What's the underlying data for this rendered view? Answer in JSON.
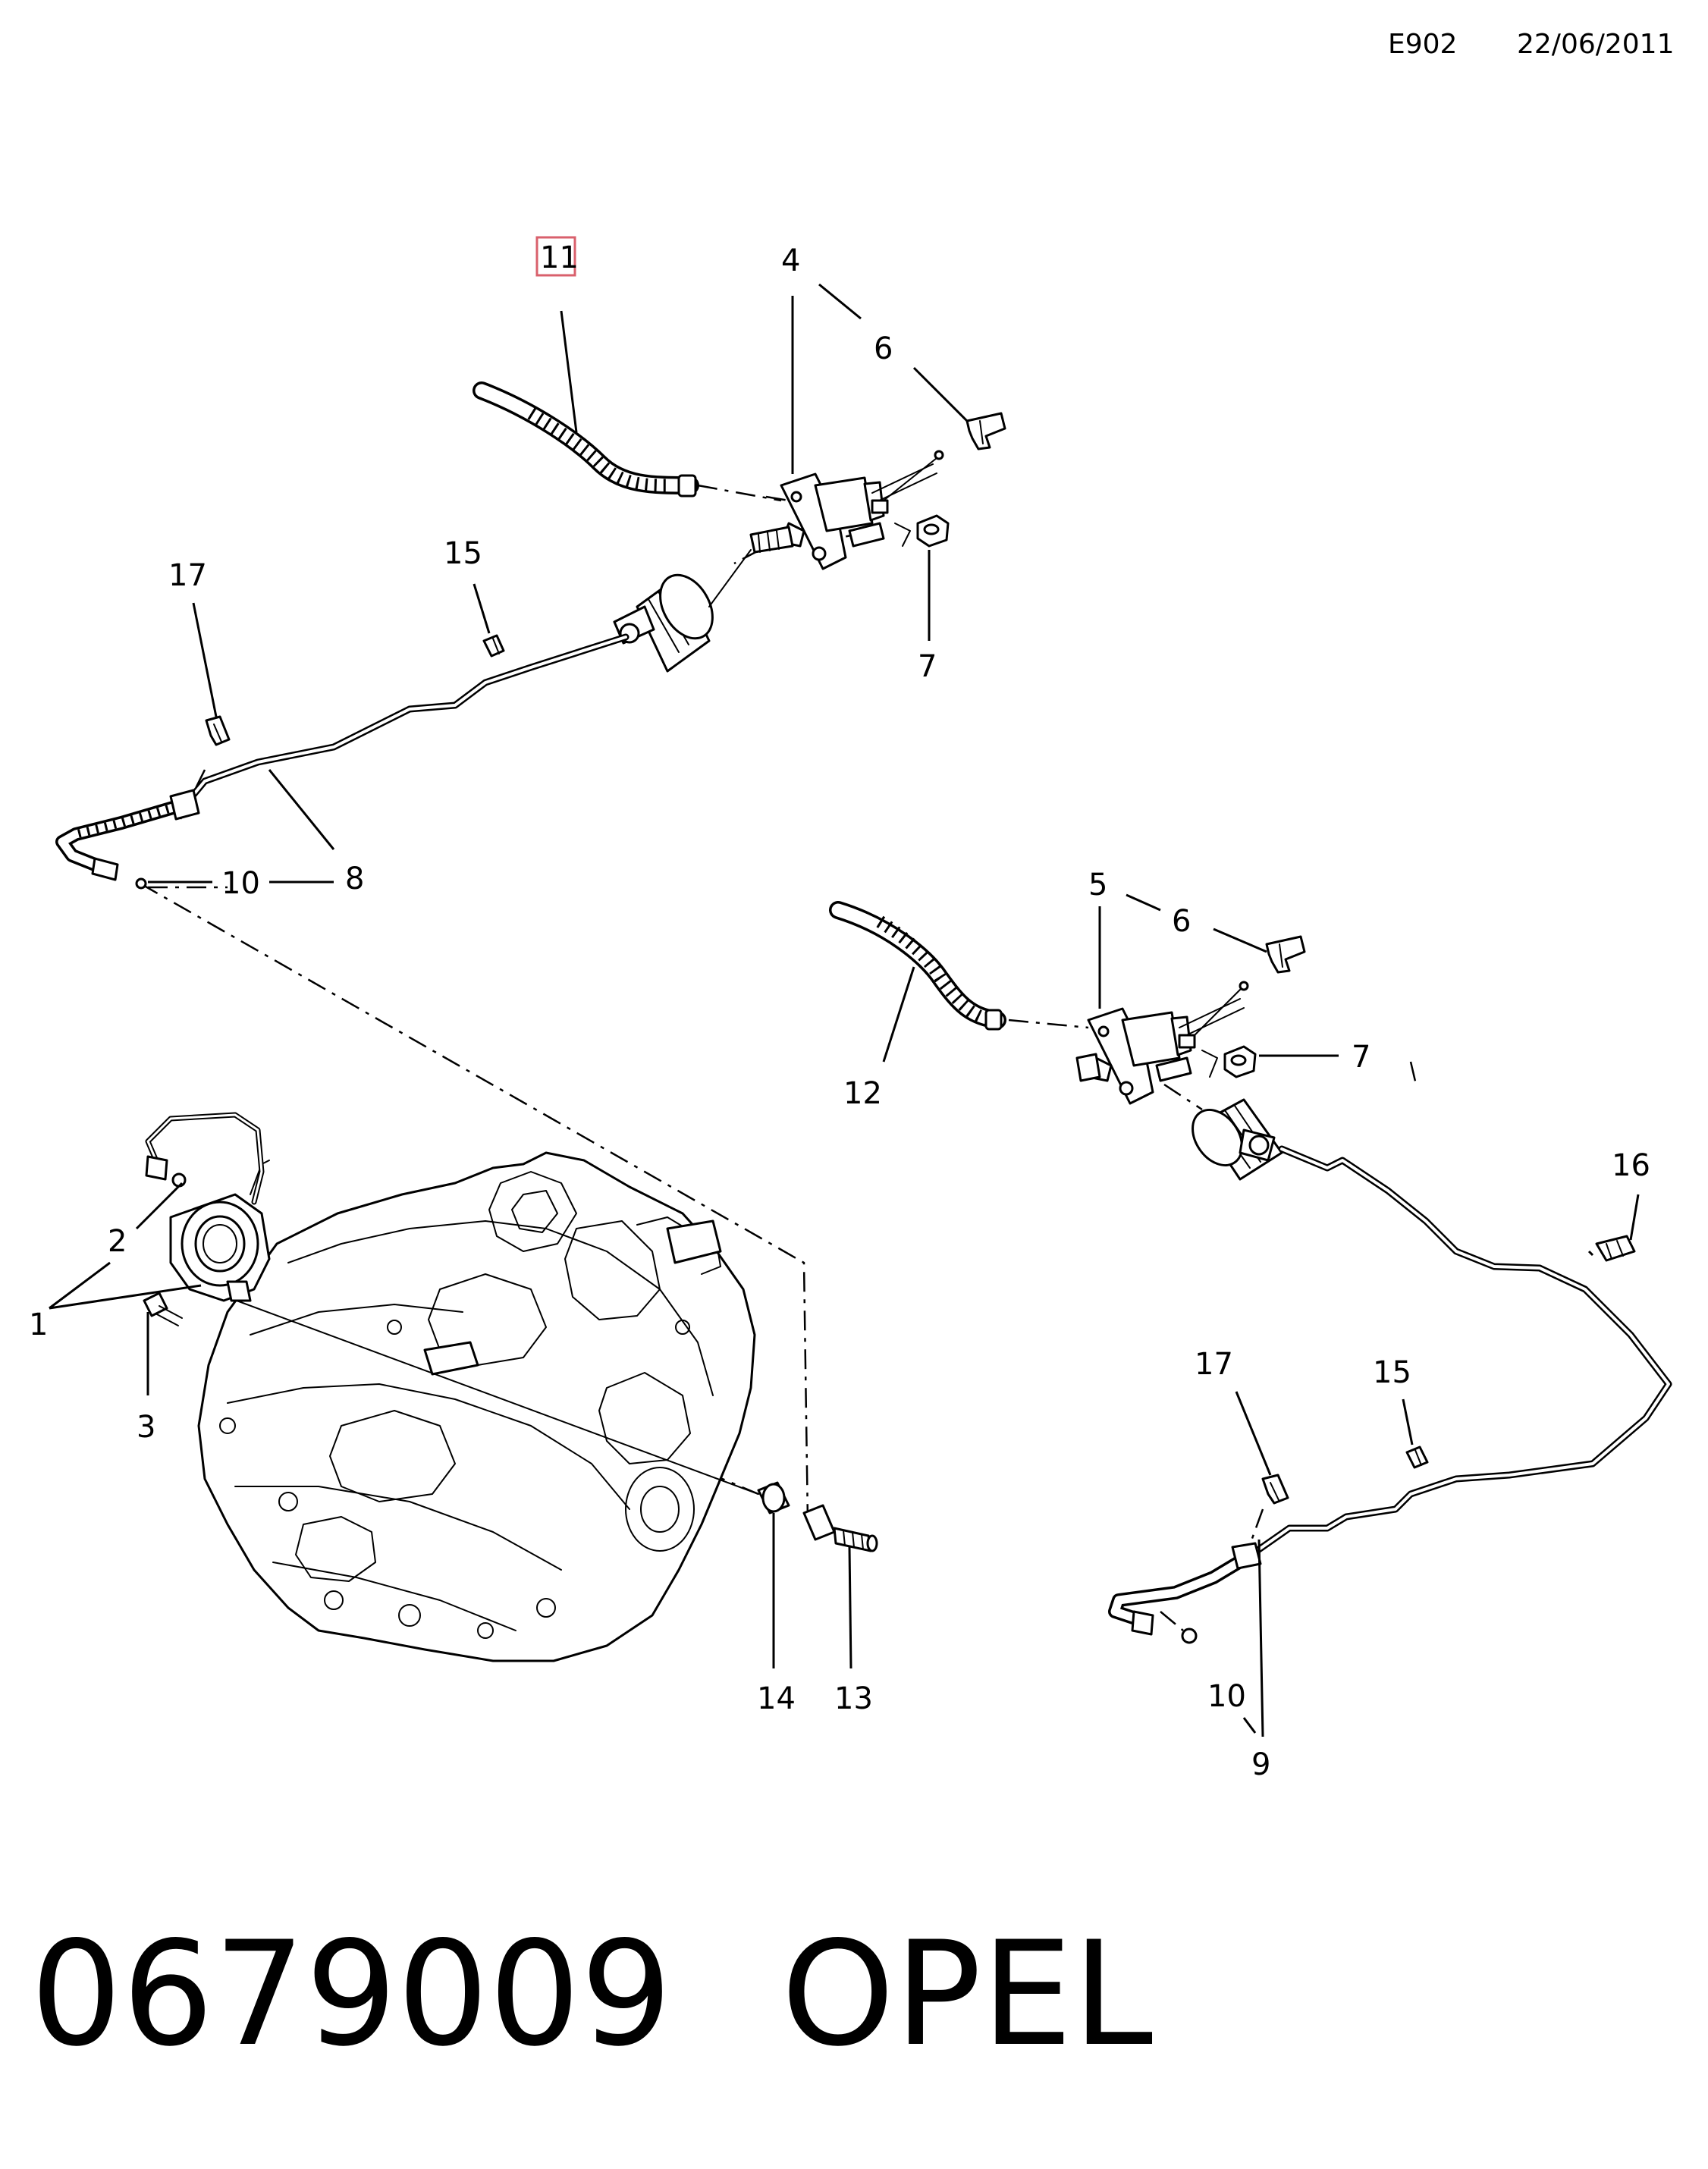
{
  "header": {
    "code": "E902",
    "date": "22/06/2011"
  },
  "footer": {
    "part_number": "0679009",
    "brand": "OPEL"
  },
  "callouts": {
    "c11": "11",
    "c4": "4",
    "c6_top": "6",
    "c17_top": "17",
    "c15_top": "15",
    "c7_top": "7",
    "c10_top": "10",
    "c8": "8",
    "c5": "5",
    "c6_mid": "6",
    "c7_mid": "7",
    "c12": "12",
    "c16": "16",
    "c2": "2",
    "c1": "1",
    "c3": "3",
    "c17_bot": "17",
    "c15_bot": "15",
    "c14": "14",
    "c13": "13",
    "c10_bot": "10",
    "c9": "9"
  },
  "highlight": {
    "callout": "11",
    "color": "#d9606c"
  }
}
